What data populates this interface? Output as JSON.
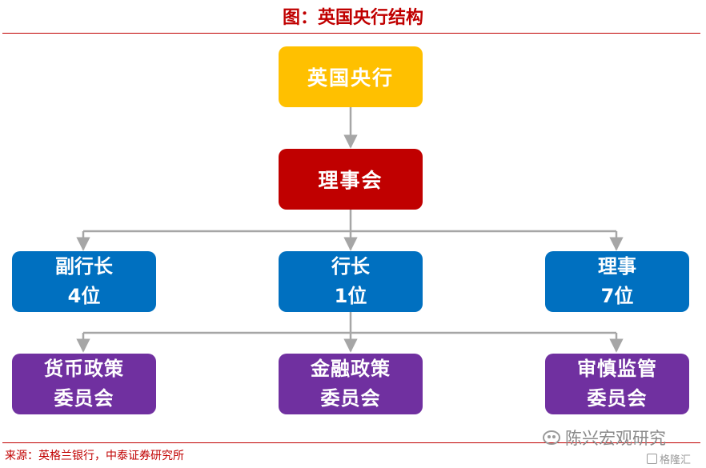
{
  "title": "图：英国央行结构",
  "source": "来源：英格兰银行，中泰证券研究所",
  "nodes": {
    "boe": {
      "label": "英国央行"
    },
    "court": {
      "label": "理事会"
    },
    "deputy": {
      "line1": "副行长",
      "line2": "4位"
    },
    "governor": {
      "line1": "行长",
      "line2": "1位"
    },
    "directors": {
      "line1": "理事",
      "line2": "7位"
    },
    "mpc": {
      "line1": "货币政策",
      "line2": "委员会"
    },
    "fpc": {
      "line1": "金融政策",
      "line2": "委员会"
    },
    "prc": {
      "line1": "审慎监管",
      "line2": "委员会"
    }
  },
  "watermarks": {
    "primary": "陈兴宏观研究",
    "secondary": "格隆汇"
  },
  "colors": {
    "title": "#c00000",
    "gold": "#ffc000",
    "red": "#c00000",
    "blue": "#0070c0",
    "purple": "#7030a0",
    "connector": "#a6a6a6"
  },
  "icons": [
    "wechat-icon",
    "gelonghui-logo-icon"
  ]
}
